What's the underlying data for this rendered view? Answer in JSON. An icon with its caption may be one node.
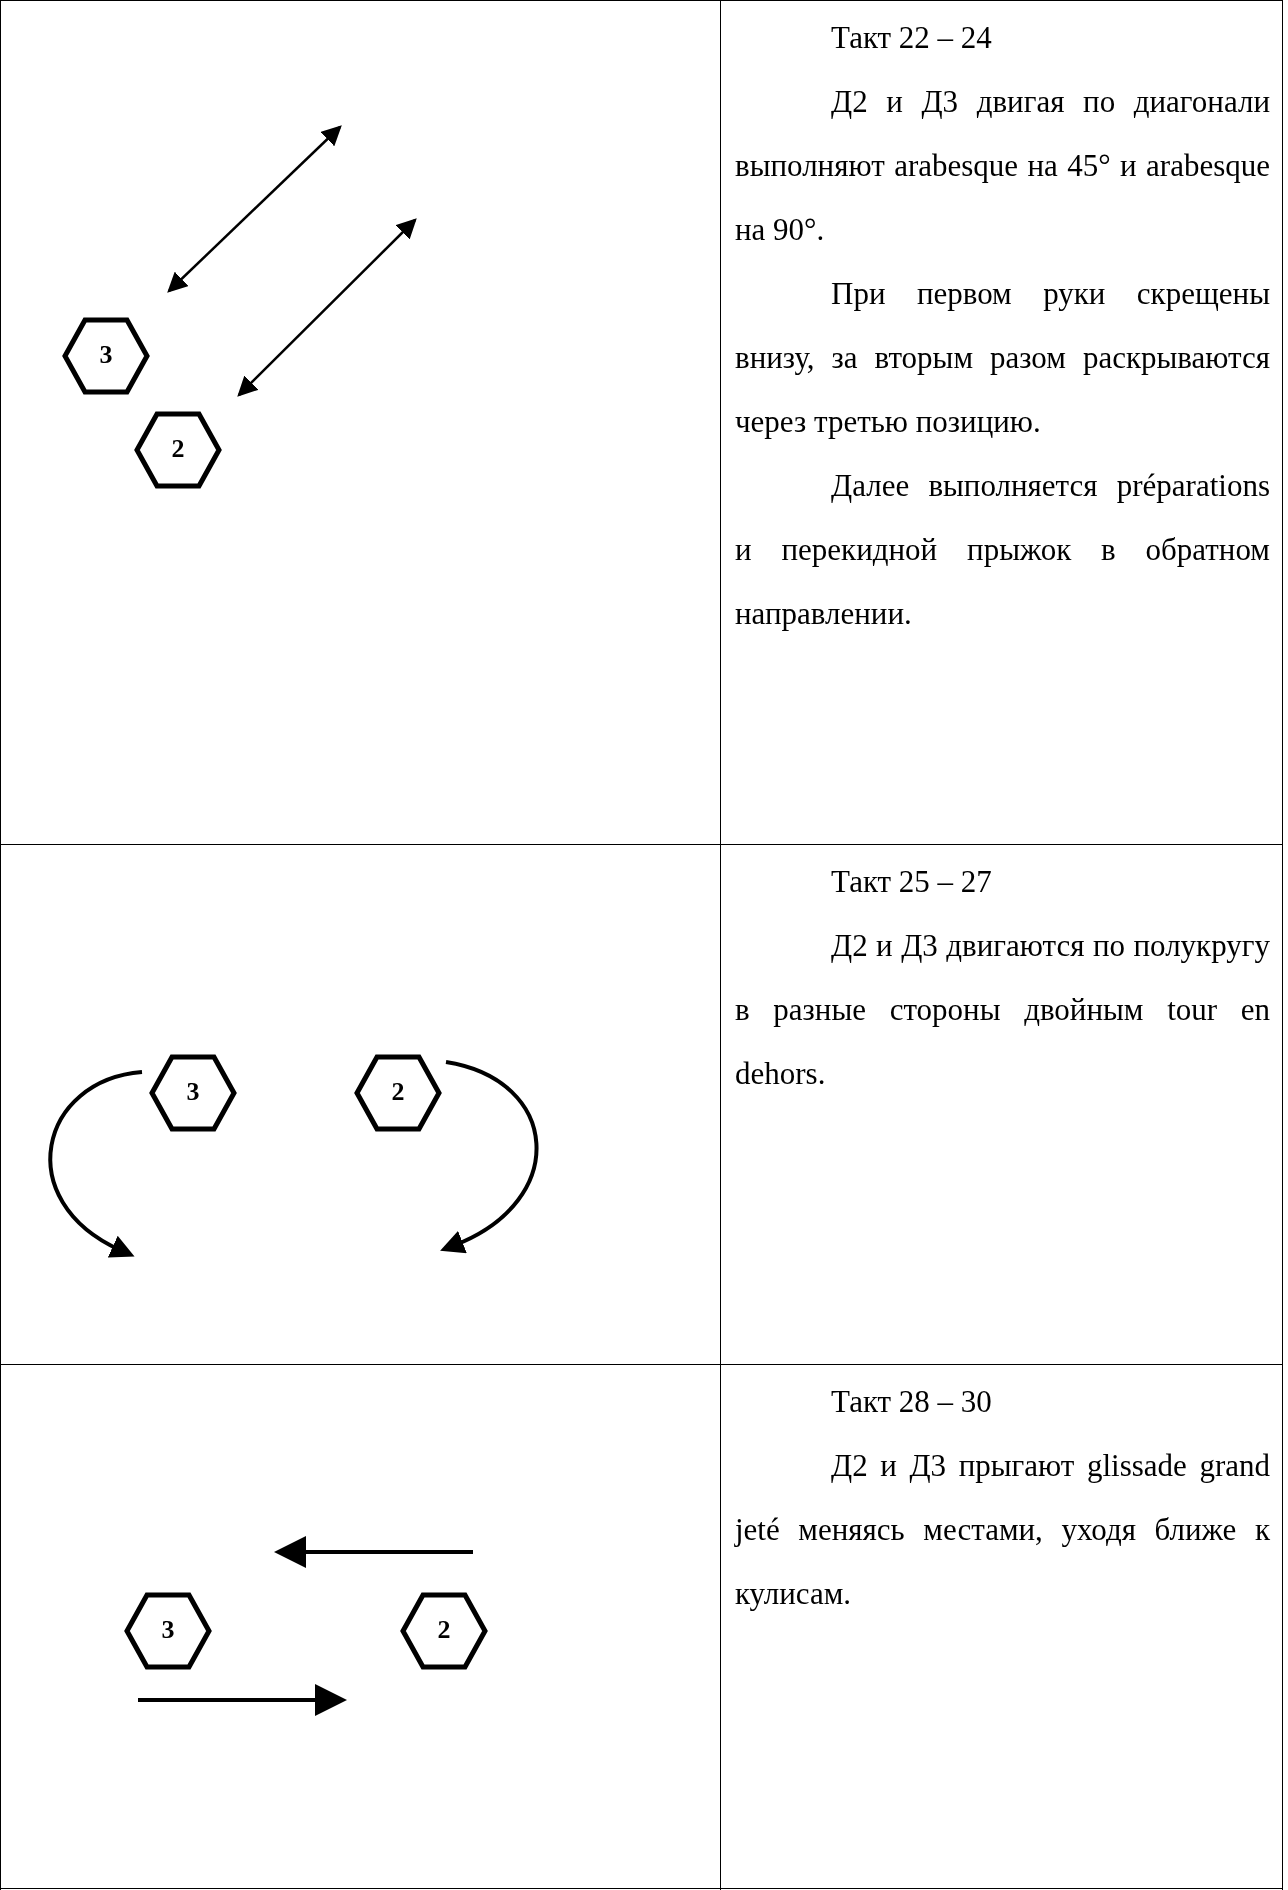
{
  "diagram": {
    "nodes": [
      {
        "text": [
          "3"
        ]
      },
      {
        "text": [
          "2"
        ]
      },
      {
        "text": [
          "3"
        ]
      },
      {
        "text": [
          "2"
        ]
      },
      {
        "text": [
          "3"
        ]
      },
      {
        "text": [
          "2"
        ]
      }
    ],
    "labels": [
      "Такт 22 – 24",
      "Д2 и Д3 двигая по диагонали выполняют arabesque на 45° и arabesque на 90°.",
      "При первом руки скрещены внизу, за вторым разом раскрываются через третью позицию.",
      "Далее выполняется préparations и перекидной прыжок в обратном направлении.",
      "Такт 25 – 27",
      "Д2 и Д3 двигаются по полукругу в разные стороны двойным tour en dehors.",
      "Такт 28 – 30",
      "Д2 и Д3 прыгают glissade grand jeté меняясь местами, уходя ближе к кулисам."
    ]
  }
}
